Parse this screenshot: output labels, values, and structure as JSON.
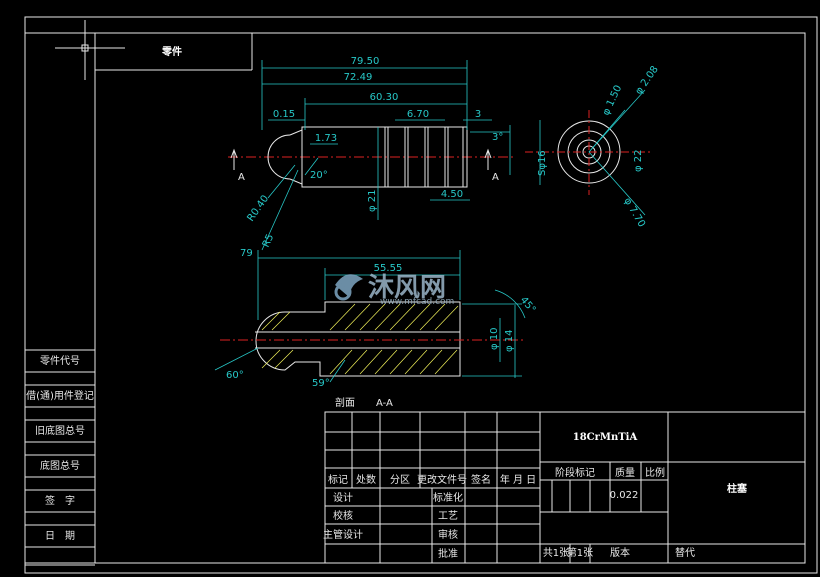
{
  "part_title": "零件",
  "front_dims": {
    "overall_79_50": "79.50",
    "d72_49": "72.49",
    "d60_30": "60.30",
    "d6_70": "6.70",
    "d3": "3",
    "d0_15": "0.15",
    "d1_73": "1.73",
    "angle20": "20°",
    "angle3": "3°",
    "d4_50": "4.50",
    "phi21": "φ 21",
    "r0_40": "R0.40",
    "r5": "R5",
    "section_letter_left": "A",
    "section_letter_right": "A"
  },
  "end_dims": {
    "phi2_08": "φ 2.08",
    "phi1_50": "φ 1.50",
    "sphi16": "Sφ16",
    "phi22": "φ 22",
    "phi7_70": "φ 7.70"
  },
  "section_dims": {
    "d79": "79",
    "d55_55": "55.55",
    "angle45": "45°",
    "phi10": "φ 10",
    "phi14": "φ 14",
    "angle60": "60°",
    "angle59": "59°",
    "section_label": "剖面",
    "section_name": "A-A"
  },
  "watermark": {
    "brand": "沐风网",
    "url": "www.mfcad.com"
  },
  "left_column": [
    "零件代号",
    "借(通)用件登记",
    "旧底图总号",
    "底图总号",
    "签　字",
    "日　期"
  ],
  "title_block": {
    "material": "18CrMnTiA",
    "part_name": "柱塞",
    "rev_headers": [
      "标记",
      "处数",
      "分区",
      "更改文件号",
      "签名",
      "年 月 日"
    ],
    "sign_rows": [
      [
        "设计",
        "标准化"
      ],
      [
        "校核",
        "工艺"
      ],
      [
        "主管设计",
        "审核"
      ],
      [
        "",
        "批准"
      ]
    ],
    "stage_label": "阶段标记",
    "mass_label": "质量",
    "scale_label": "比例",
    "mass_value": "0.022",
    "total_sheets": "共1张",
    "sheet_no": "第1张",
    "version": "版本",
    "replace": "替代"
  }
}
